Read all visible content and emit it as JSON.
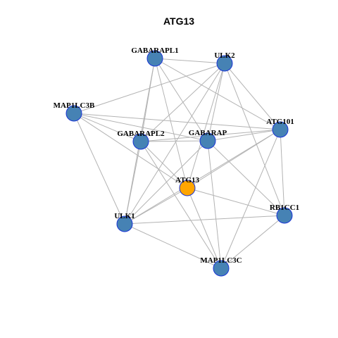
{
  "title": "ATG13",
  "colors": {
    "default_node": "#4682b4",
    "focus_node": "#ffa500",
    "node_border": "#1a35d6",
    "edge": "#b3b3b3"
  },
  "nodes": [
    {
      "id": "GABARAPL1",
      "label": "GABARAPL1",
      "focus": false
    },
    {
      "id": "ULK2",
      "label": "ULK2",
      "focus": false
    },
    {
      "id": "MAP1LC3B",
      "label": "MAP1LC3B",
      "focus": false
    },
    {
      "id": "ATG101",
      "label": "ATG101",
      "focus": false
    },
    {
      "id": "GABARAPL2",
      "label": "GABARAPL2",
      "focus": false
    },
    {
      "id": "GABARAP",
      "label": "GABARAP",
      "focus": false
    },
    {
      "id": "ATG13",
      "label": "ATG13",
      "focus": true
    },
    {
      "id": "RB1CC1",
      "label": "RB1CC1",
      "focus": false
    },
    {
      "id": "ULK1",
      "label": "ULK1",
      "focus": false
    },
    {
      "id": "MAP1LC3C",
      "label": "MAP1LC3C",
      "focus": false
    }
  ],
  "edges": [
    [
      "GABARAPL1",
      "ULK2"
    ],
    [
      "GABARAPL1",
      "ATG101"
    ],
    [
      "GABARAPL1",
      "GABARAPL2"
    ],
    [
      "GABARAPL1",
      "GABARAP"
    ],
    [
      "GABARAPL1",
      "ATG13"
    ],
    [
      "GABARAPL1",
      "ULK1"
    ],
    [
      "ULK2",
      "MAP1LC3B"
    ],
    [
      "ULK2",
      "ATG101"
    ],
    [
      "ULK2",
      "GABARAPL2"
    ],
    [
      "ULK2",
      "GABARAP"
    ],
    [
      "ULK2",
      "ATG13"
    ],
    [
      "ULK2",
      "RB1CC1"
    ],
    [
      "ULK2",
      "ULK1"
    ],
    [
      "MAP1LC3B",
      "GABARAPL2"
    ],
    [
      "MAP1LC3B",
      "GABARAP"
    ],
    [
      "MAP1LC3B",
      "ATG101"
    ],
    [
      "MAP1LC3B",
      "ULK1"
    ],
    [
      "MAP1LC3B",
      "ATG13"
    ],
    [
      "GABARAPL2",
      "GABARAP"
    ],
    [
      "GABARAPL2",
      "ATG101"
    ],
    [
      "GABARAPL2",
      "ULK1"
    ],
    [
      "GABARAPL2",
      "ATG13"
    ],
    [
      "GABARAPL2",
      "MAP1LC3C"
    ],
    [
      "GABARAP",
      "ATG101"
    ],
    [
      "GABARAP",
      "ULK1"
    ],
    [
      "GABARAP",
      "RB1CC1"
    ],
    [
      "GABARAP",
      "MAP1LC3C"
    ],
    [
      "ATG101",
      "ATG13"
    ],
    [
      "ATG101",
      "RB1CC1"
    ],
    [
      "ATG101",
      "ULK1"
    ],
    [
      "ATG101",
      "MAP1LC3C"
    ],
    [
      "ATG13",
      "RB1CC1"
    ],
    [
      "ATG13",
      "ULK1"
    ],
    [
      "ATG13",
      "MAP1LC3C"
    ],
    [
      "RB1CC1",
      "ULK1"
    ],
    [
      "RB1CC1",
      "MAP1LC3C"
    ],
    [
      "ULK1",
      "MAP1LC3C"
    ]
  ]
}
